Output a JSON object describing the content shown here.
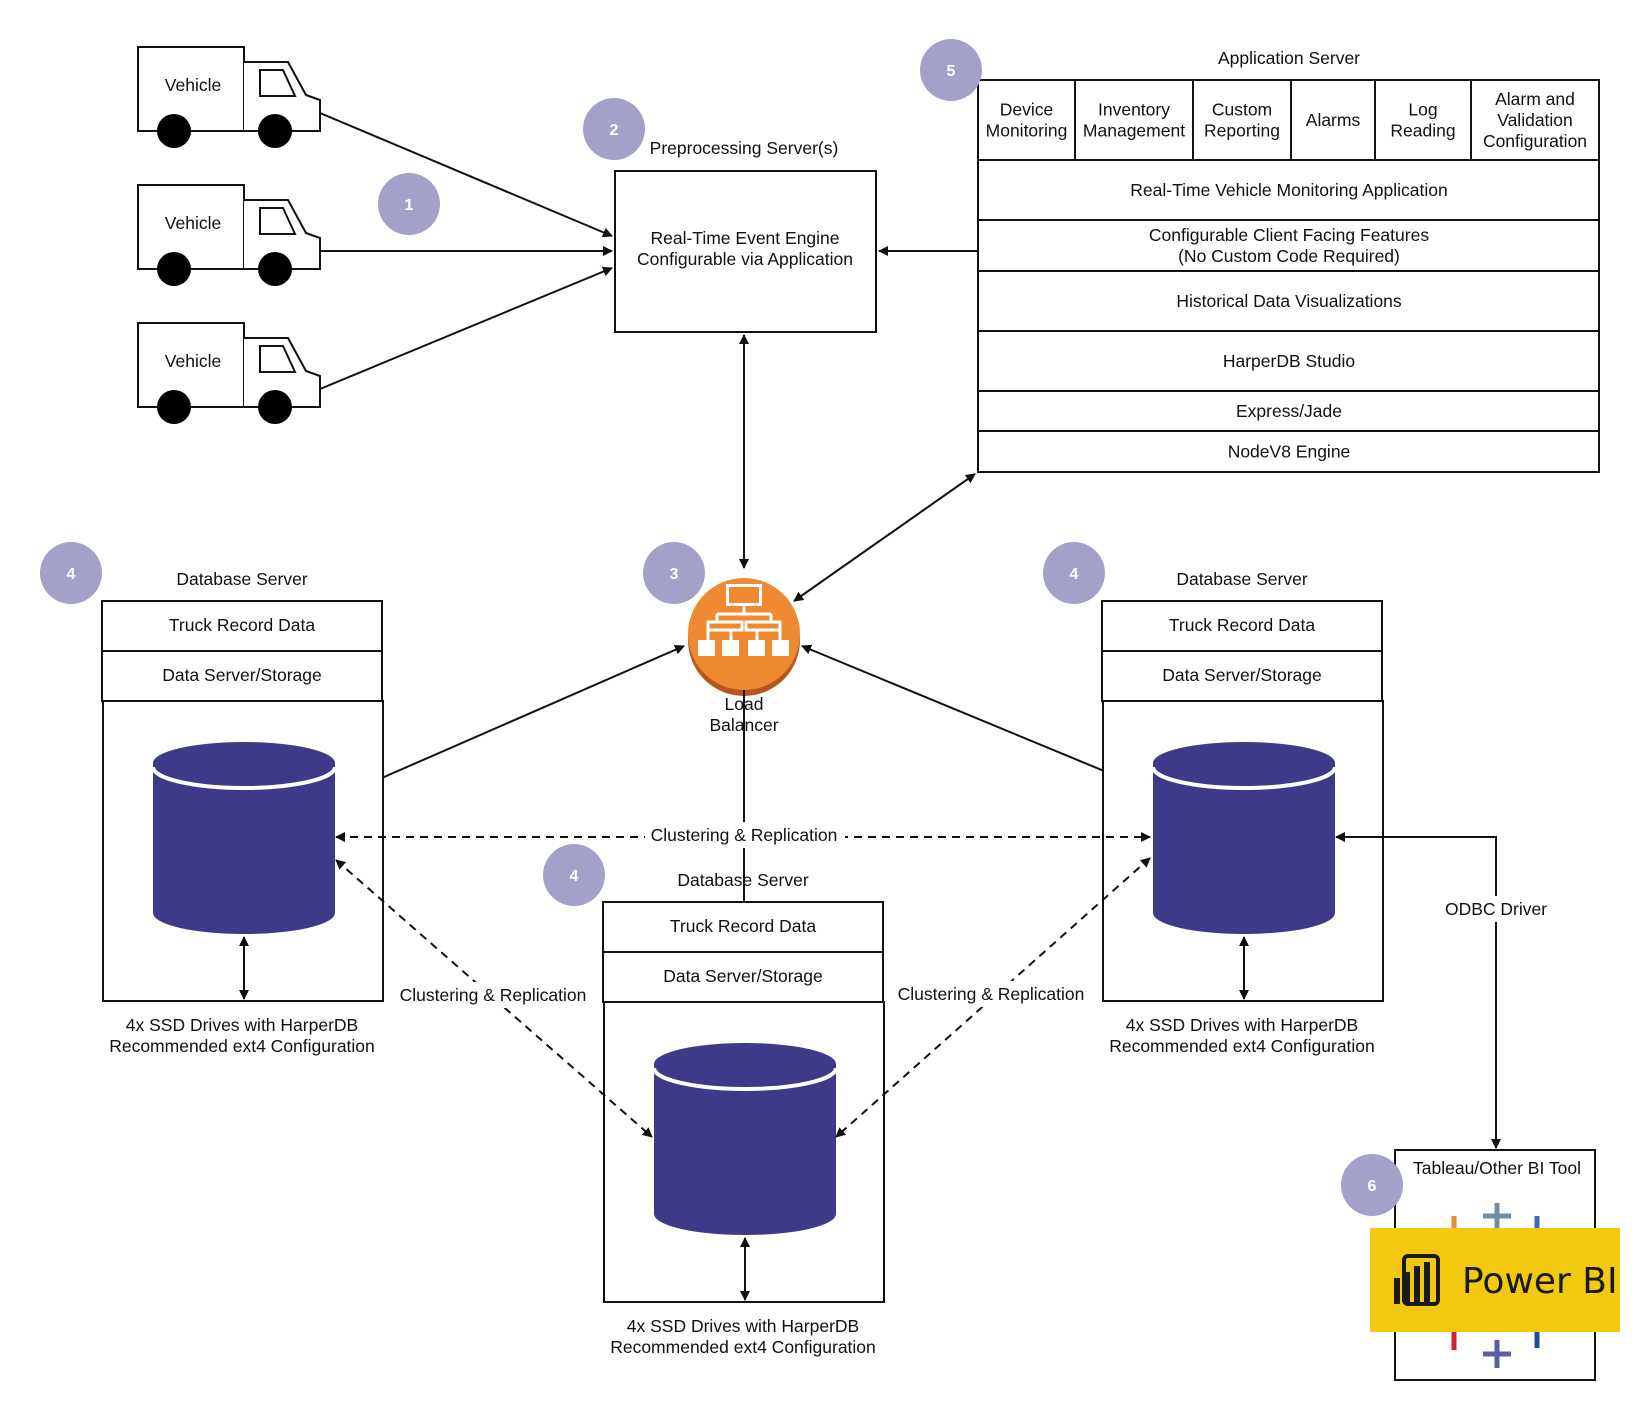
{
  "colors": {
    "badge": "#a3a0c9",
    "cylinder": "#3e3a89",
    "load_balancer": "#f08a32",
    "power_bi": "#f2c811"
  },
  "badges": [
    "1",
    "2",
    "3",
    "4",
    "5",
    "6"
  ],
  "vehicles": [
    "Vehicle",
    "Vehicle",
    "Vehicle"
  ],
  "preprocessing": {
    "title": "Preprocessing Server(s)",
    "line1": "Real-Time Event Engine",
    "line2": "Configurable via Application"
  },
  "app_server": {
    "title": "Application Server",
    "modules": [
      [
        "Device",
        "Monitoring"
      ],
      [
        "Inventory",
        "Management"
      ],
      [
        "Custom",
        "Reporting"
      ],
      [
        "Alarms"
      ],
      [
        "Log",
        "Reading"
      ],
      [
        "Alarm and",
        "Validation",
        "Configuration"
      ]
    ],
    "layers": [
      [
        "Real-Time Vehicle Monitoring Application"
      ],
      [
        "Configurable Client Facing Features",
        "(No Custom Code Required)"
      ],
      [
        "Historical Data Visualizations"
      ],
      [
        "HarperDB Studio"
      ],
      [
        "Express/Jade"
      ],
      [
        "NodeV8 Engine"
      ]
    ]
  },
  "load_balancer": {
    "label": [
      "Load",
      "Balancer"
    ],
    "icon": "network-hierarchy-icon"
  },
  "db_server": {
    "title": "Database Server",
    "row1": "Truck Record Data",
    "row2": "Data Server/Storage",
    "storage": [
      "4x SSD Drives with HarperDB",
      "Recommended ext4 Configuration"
    ]
  },
  "edge_labels": {
    "clustering": "Clustering & Replication",
    "odbc": "ODBC Driver"
  },
  "bi_tool": {
    "title": "Tableau/Other BI Tool",
    "power_bi_label": "Power BI"
  }
}
